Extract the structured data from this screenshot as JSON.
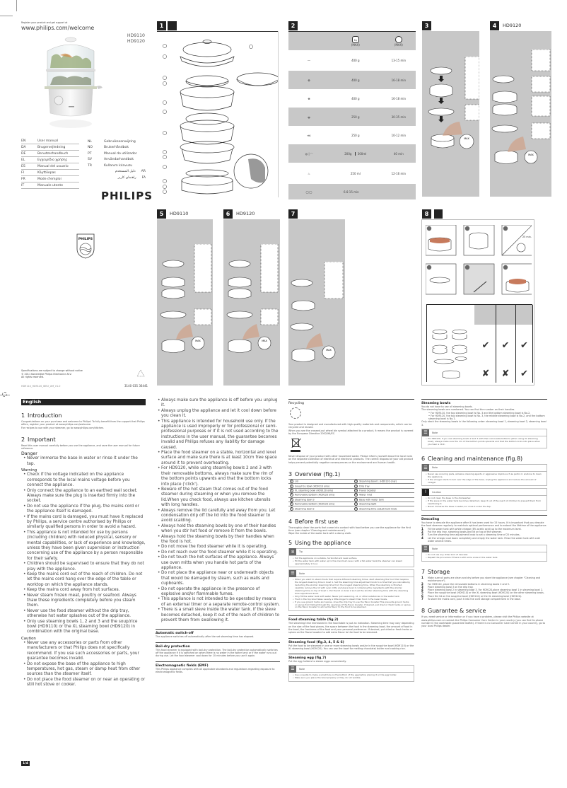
{
  "cover": {
    "register_line": "Register your product and get support at",
    "register_url": "www.philips.com/welcome",
    "models": [
      "HD9110",
      "HD9120"
    ],
    "languages_left": [
      {
        "code": "EN",
        "label": "User manual"
      },
      {
        "code": "DA",
        "label": "Brugervejledning"
      },
      {
        "code": "DE",
        "label": "Benutzerhandbuch"
      },
      {
        "code": "EL",
        "label": "Εγχειρίδιο χρήσης"
      },
      {
        "code": "ES",
        "label": "Manual del usuario"
      },
      {
        "code": "FI",
        "label": "Käyttöopas"
      },
      {
        "code": "FR",
        "label": "Mode d'emploi"
      },
      {
        "code": "IT",
        "label": "Manuale utente"
      }
    ],
    "languages_right": [
      {
        "code": "NL",
        "label": "Gebruiksaanwijzing"
      },
      {
        "code": "NO",
        "label": "Brukerhåndbok"
      },
      {
        "code": "PT",
        "label": "Manual do utilizador"
      },
      {
        "code": "SV",
        "label": "Användarhandbok"
      },
      {
        "code": "TR",
        "label": "Kullanım kılavuzu"
      },
      {
        "code": "AR",
        "label": "دليل المستخدم"
      },
      {
        "code": "FA",
        "label": "راهنمای کاربر"
      }
    ],
    "brand": "PHILIPS",
    "shield_brand": "PHILIPS",
    "legal": [
      "Specifications are subject to change without notice",
      "© 2011 Koninklijke Philips Electronics N.V.",
      "All rights reserved."
    ],
    "doc_code": "HD9110_HD9120_WEU_UM_V1.0",
    "barcode_number": "3140 035 36441"
  },
  "figures": {
    "fig1": {
      "number": "1",
      "callouts": [
        "1",
        "2",
        "3",
        "4",
        "5",
        "6",
        "7",
        "8",
        "9",
        "10",
        "11",
        "12",
        "13",
        "14"
      ]
    },
    "fig2": {
      "number": "2",
      "header": {
        "weight": "(MAX)",
        "time": "(MAX)",
        "weight_icon": "Kg"
      },
      "rows": [
        {
          "food": "asparagus",
          "weight": "400 g",
          "time": "13-15 min"
        },
        {
          "food": "broccoli",
          "weight": "400 g",
          "time": "16-18 min"
        },
        {
          "food": "cauliflower",
          "weight": "400 g",
          "time": "16-18 min"
        },
        {
          "food": "chicken",
          "weight": "250 g",
          "time": "30-35 min"
        },
        {
          "food": "fish",
          "weight": "250 g",
          "time": "10-12 min"
        },
        {
          "food": "rice",
          "weight": "200g",
          "weight2": "300ml",
          "time": "40 min"
        },
        {
          "food": "soup",
          "weight": "250 ml",
          "time": "12-16 min"
        },
        {
          "food": "eggs",
          "weight": "6-8 15 min",
          "time": ""
        }
      ]
    },
    "fig3": {
      "number": "3"
    },
    "fig4": {
      "number": "4",
      "model": "HD9120"
    },
    "fig5": {
      "number": "5",
      "model": "HD9110"
    },
    "fig6": {
      "number": "6",
      "model": "HD9120"
    },
    "fig7": {
      "number": "7"
    },
    "fig8": {
      "number": "8",
      "timer_label": "25 min.",
      "checks": [
        [
          "✔",
          "✔",
          "✔"
        ],
        [
          "✘",
          "✘",
          "✔"
        ]
      ]
    },
    "max_label": "MAX"
  },
  "col1": {
    "language": "English",
    "intro": {
      "num": "1",
      "title": "Introduction",
      "text": "Congratulations on your purchase and welcome to Philips! To fully benefit from the support that Philips offers, register your product at www.philips.com/welcome.",
      "text2": "For recipes to use with your steamer, go to www.philips.com/kitchen."
    },
    "important": {
      "num": "2",
      "title": "Important",
      "text": "Read this user manual carefully before you use the appliance, and save the user manual for future reference."
    },
    "danger_title": "Danger",
    "danger": [
      "Never immerse the base in water or rinse it under the tap."
    ],
    "warning_title": "Warning",
    "warning": [
      "Check if the voltage indicated on the appliance corresponds to the local mains voltage before you connect the appliance.",
      "Only connect the appliance to an earthed wall socket. Always make sure the plug is inserted firmly into the socket.",
      "Do not use the appliance if the plug, the mains cord or the appliance itself is damaged.",
      "If the mains cord is damaged, you must have it replaced by Philips, a service centre authorised by Philips or similarly qualified persons in order to avoid a hazard.",
      "This appliance is not intended for use by persons (including children) with reduced physical, sensory or mental capabilities, or lack of experience and knowledge, unless they have been given supervision or instruction concerning use of the appliance by a person responsible for their safety.",
      "Children should be supervised to ensure that they do not play with the appliance.",
      "Keep the mains cord out of the reach of children. Do not let the mains cord hang over the edge of the table or worktop on which the appliance stands.",
      "Keep the mains cord away from hot surfaces.",
      "Never steam frozen meat, poultry or seafood. Always thaw these ingredients completely before you steam them.",
      "Never use the food steamer without the drip tray, otherwise hot water splashes out of the appliance.",
      "Only use steaming bowls 1, 2 and 3 and the soup/rice bowl (HD9110) or the XL steaming bowl (HD9120) in combination with the original base."
    ],
    "caution_title": "Caution",
    "caution": [
      "Never use any accessories or parts from other manufacturers or that Philips does not specifically recommend. If you use such accessories or parts, your guarantee becomes invalid.",
      "Do not expose the base of the appliance to high temperatures, hot gas, steam or damp heat from other sources than the steamer itself.",
      "Do not place the food steamer on or near an operating or still hot stove or cooker."
    ],
    "page": "1/4"
  },
  "col2": {
    "bullets": [
      "Always make sure the appliance is off before you unplug it.",
      "Always unplug the appliance and let it cool down before you clean it.",
      "This appliance is intended for household use only. If the appliance is used improperly or for professional or semi-professional purposes or if it is not used according to the instructions in the user manual, the guarantee becomes invalid and Philips refuses any liability for damage caused.",
      "Place the food steamer on a stable, horizontal and level surface and make sure there is at least 10cm free space around it to prevent overheating.",
      "For HD9120, while using steaming bowls 2 and 3 with their removable bottoms, always make sure the rim of the bottom points upwards and that the bottom locks into place ('click').",
      "Beware of the hot steam that comes out of the food steamer during steaming or when you remove the lid.When you check food, always use kitchen utensils with long handles.",
      "Always remove the lid carefully and away from you. Let condensation drip off the lid into the food steamer to avoid scalding.",
      "Always hold the steaming bowls by one of their handles when you stir hot food or remove it from the bowls.",
      "Always hold the steaming bowls by their handles when the food is hot.",
      "Do not move the food steamer while it is operating.",
      "Do not reach over the food steamer while it is operating.",
      "Do not touch the hot surfaces of the appliance. Always use oven mitts when you handle hot parts of the appliance.",
      "Do not place the appliance near or underneath objects that would be damaged by steam, such as walls and cupboards.",
      "Do not operate the appliance in the presence of explosive and/or flammable fumes.",
      "This appliance is not intended to be operated by means of an external timer or a separate remote-control system.",
      "There is a small sieve inside the water tank. If the sieve becomes detached, keep it out of the reach of children to prevent them from swallowing it."
    ],
    "auto_off": {
      "title": "Automatic switch-off",
      "text": "The appliance switches off automatically after the set steaming time has elapsed."
    },
    "boil_dry": {
      "title": "Boil-dry protection",
      "text": "This food steamer is equipped with boil-dry protection. The boil-dry protection automatically switches off the appliance if it is switched on when there is no water in the water tank or if the water runs out during use. Let the food steamer cool down for 10 minutes before you use it again."
    },
    "emf": {
      "title": "Electromagnetic fields (EMF)",
      "text": "This Philips appliance complies with all applicable standards and regulations regarding exposure to electromagnetic fields."
    }
  },
  "col3": {
    "recycling": {
      "title": "Recycling",
      "text1": "Your product is designed and manufactured with high quality materials and components, which can be recycled and reused.",
      "text2": "When you see the crossed-out wheel bin symbol attached to a product, it means the product is covered by the European Directive 2002/96/EC.",
      "text3": "Never dispose of your product with other household waste. Please inform yourself about the local rules on the separate collection of electrical and electronic products. The correct disposal of your old product helps prevent potentially negative consequences on the environment and human health."
    },
    "overview": {
      "num": "3",
      "title": "Overview (fig.1)",
      "items": [
        {
          "n": "1",
          "label": "Lid",
          "n2": "8",
          "label2": "Steaming bowl 1 (HD9120 only)"
        },
        {
          "n": "2",
          "label": "Soup/rice bowl (HD9110 only)",
          "n2": "9",
          "label2": "Drip tray"
        },
        {
          "n": "3",
          "label": "XL steaming bowl (HD9120 only)",
          "n2": "10",
          "label2": "Flavor booster"
        },
        {
          "n": "4",
          "label": "Removable bottom (HD9120 only)",
          "n2": "11",
          "label2": "Water inlet"
        },
        {
          "n": "5",
          "label": "Steaming bowl 3",
          "n2": "12",
          "label2": "Base with water tank"
        },
        {
          "n": "6",
          "label": "Removable bottom (HD9120 only)",
          "n2": "13",
          "label2": "Steaming light"
        },
        {
          "n": "7",
          "label": "Steaming bowl 2",
          "n2": "14",
          "label2": "Steaming time adjustment knob"
        }
      ]
    },
    "before": {
      "num": "4",
      "title": "Before first use",
      "text": "Thoroughly clean the parts that come into contact with food before you use the appliance for the first time (see chapter 'Cleaning and maintenance').",
      "text2": "Wipe the inside of the water tank with a damp cloth."
    },
    "using": {
      "num": "5",
      "title": "Using the appliance"
    },
    "tip": {
      "label": "Tip",
      "items": [
        "Put the appliance on a stable, horizontal and level surface.",
        "Fill the water tank with water up to the maximum level, with a full water tank,the steamer can steam approximately 1 hour."
      ]
    },
    "note1": {
      "label": "Note",
      "items": [
        "When you want to steam foods that require different steaming times, start steaming the food that requires the longest steaming time in bowl 1. Set the steaming time adjustment knob to a time that you calculate by deducting the shorter steaming time from the longest steaming time. When the steaming is finished, carefully remove the lid with oven mitts and place bowl 2 containing the ingredients with the shorter steaming time on top of bowl 1. Put the lid on bowl 2 and set the shorter steaming time with the steaming time adjustment knob.",
        "Only fill the water tank with water. Never put seasoning, oil, or other substances in the water tank.",
        "Food in the top bowl takes usually a little longer to steam than food in the lower bowls.",
        "If you use ground herbs and spices, rinse the drip tray to use the flavor booster.This prevents ground herbs or spices from falling through the openings of the flavor booster. If desired, put dried or fresh herbs or spices on the flavor booster to add extra flavor to the food to be steamed."
      ]
    },
    "food_table": {
      "title": "Food steaming table (fig.2)",
      "text": "The steaming time mentioned in the food table is just an indication. Steaming time may vary depending on the size of the food pieces, the space between the food in the steaming bowl, the amount of food in the bowl, the freshness of the food and your personal preference. If desired, put dried or fresh herbs or spices on the flavor booster to add extra flavor to the food to be steamed."
    },
    "steaming_food": {
      "title": "Steaming food (fig.3, 4, 5 & 6)",
      "text": "Put the food to be steamed in one or more steaming bowls and/or in the soup/rice bowl (HD9110) or the XL steaming bowl (HD9120). You can use the bowl for melting chocolate/ butter and cooking rice."
    },
    "steaming_egg": {
      "title": "Steaming egg (fig.7)",
      "text": "Put the egg holders to steam eggs conveniently."
    },
    "note2": {
      "label": "Note",
      "items": [
        "Use a needle to make a small hole on the bottom of the egg before placing it on the egg holder.",
        "Make sure you place the bowl properly so they do not wobble."
      ]
    }
  },
  "col4": {
    "bowls": {
      "title": "Steaming bowls",
      "text1": "You do not have to use all steaming bowls.",
      "text2": "The steaming bowls are numbered. You can find the number on their handles.",
      "items": [
        "For HD9110, the top steaming bowl is No. 3 and the bottom steaming bowl is No.2.",
        "For HD9120, the top steaming bowl is No. 3, the middle steaming bowl is No.2, and the bottom steaming bowl is No.1."
      ],
      "text3": "Only stack the steaming bowls in the following order: steaming bowl 1, steaming bowl 2, steaming bowl 3."
    },
    "note3": {
      "label": "Note",
      "items": [
        "For HD9120, if you use steaming bowls 2 and 3 with their removable bottoms (when using XL steaming bowl), always make sure the rim of the bottom points upwards and that the bottom locks into place when you hear a click."
      ]
    },
    "cleaning": {
      "num": "6",
      "title": "Cleaning and maintenance (fig.8)"
    },
    "note4": {
      "label": "Note",
      "items": [
        "Never use scouring pads, abrasive cleaning agents or aggressive liquids such as petrol or acetone to clean the appliance.",
        "If the vinegar starts to boil over the edge of the base, unplug the appliance and reduce the amount of vinegar."
      ]
    },
    "caution": {
      "label": "Caution",
      "items": [
        "Do not clean the base in the dishwasher.",
        "If the sieve in the water tank becomes detached, keep it out of the reach of children to prevent them from swallowing it.",
        "Never immerse the base in water,nor rinse it under the tap."
      ]
    },
    "descaling": {
      "title": "Descaling",
      "text": "You have to descale the appliance after it has been used for 15 hours. It is important that you descale the food steamer regularly to maintain optimal performance and to extend the lifetime of the appliance.",
      "steps": [
        {
          "n": "1",
          "t": "Fill the water tank with white vinegar (8% acetic acid) up to the maximum level."
        },
        {
          "n": "2",
          "t": "Put the drip tray, steaming bowls,and lid on top of the steamer."
        },
        {
          "n": "3",
          "t": "Turn the steaming time adjustment knob to set a steaming time of 25 minutes."
        },
        {
          "n": "4",
          "t": "Let the vinegar cool down completely and empty the water tank. Rinse the water tank with cold water several times."
        }
      ]
    },
    "note5": {
      "label": "Note",
      "items": [
        "Do not use any other kind of descaler.",
        "Repeat the procedure if there is still some scale in the water tank."
      ]
    },
    "storage": {
      "num": "7",
      "title": "Storage",
      "steps": [
        {
          "n": "1",
          "t": "Make sure all parts are clean and dry before you store the appliance (see chapter \"Cleaning and maintenance\")."
        },
        {
          "n": "2",
          "t": "For HD9120, place the removable bottoms in steaming bowls 2 and 3."
        },
        {
          "n": "3",
          "t": "Place steaming bowl 3 on the drip tray."
        },
        {
          "n": "4",
          "t": "Place steaming bowl 2 in steaming bowl 3. For HD9120,place steaming bowl 1 in steaming bowl 2."
        },
        {
          "n": "5",
          "t": "Place the soup/rice bowl (HD9110) or the XL steaming bowl (HD9120) on the other steaming bowls."
        },
        {
          "n": "6",
          "t": "Place the lid on the soup/rice bowl (HD9110) or the XL steaming bowl (HD9120)."
        },
        {
          "n": "7",
          "t": "To store the mains cord, push it into the cord storage compartment in the base."
        }
      ]
    },
    "guarantee": {
      "num": "8",
      "title": "Guarantee & service",
      "text": "If you need service or information or if you have a problem, please visit the Philips website at www.philips.com or contact the Philips Consumer Care Center in your country (you can find its phone number in the worldwide guarantee leaflet). If there is no Consumer Care Centre in your country, go to your local Philips dealer."
    }
  }
}
